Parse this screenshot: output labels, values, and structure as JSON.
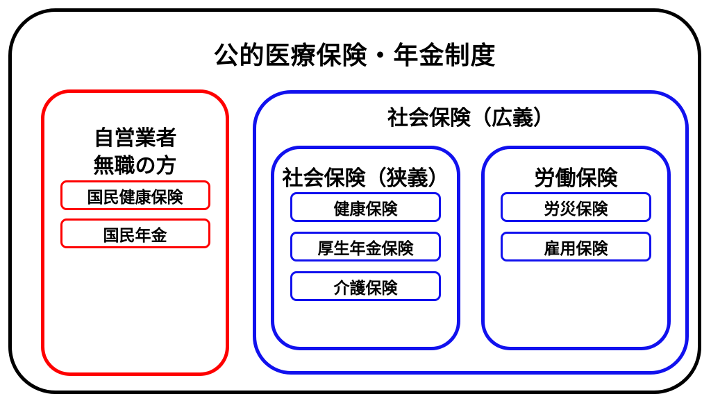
{
  "title": "公的医療保険・年金制度",
  "colors": {
    "red": "#fe0000",
    "blue": "#1111ee",
    "outline": "#000000",
    "text": "#000000",
    "background": "#ffffff"
  },
  "self_employed": {
    "title_lines": [
      "自営業者",
      "無職の方"
    ],
    "items": [
      "国民健康保険",
      "国民年金"
    ]
  },
  "social_broad": {
    "title": "社会保険（広義）",
    "narrow": {
      "title": "社会保険（狭義）",
      "items": [
        "健康保険",
        "厚生年金保険",
        "介護保険"
      ]
    },
    "labor": {
      "title": "労働保険",
      "items": [
        "労災保険",
        "雇用保険"
      ]
    }
  }
}
